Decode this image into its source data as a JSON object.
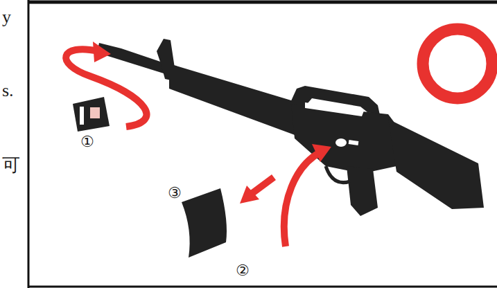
{
  "diagram": {
    "labels": [
      "y",
      "s.",
      "可",
      "①",
      "③",
      "②"
    ]
  }
}
